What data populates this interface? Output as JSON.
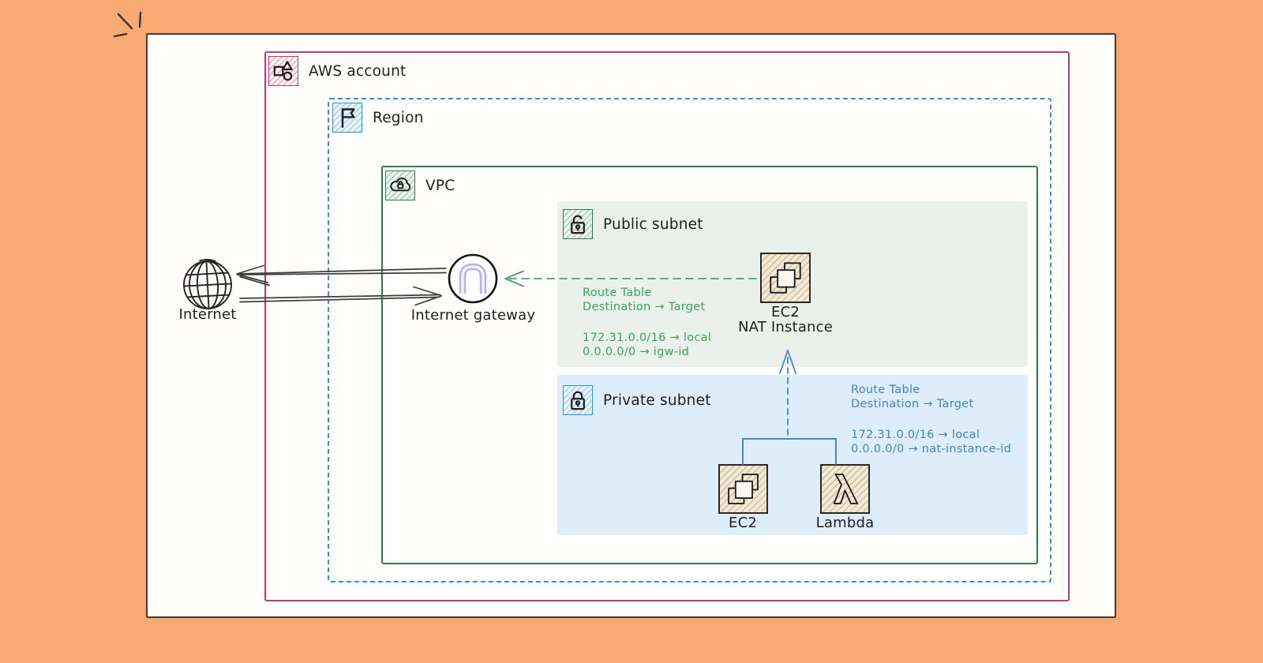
{
  "colors": {
    "bg": "#f6a971",
    "canvas_fill": "#fffefd",
    "ink": "#1f1f1f",
    "account_pink": "#c13c6e",
    "region_blue": "#2d94d1",
    "vpc_green": "#2e7d4e",
    "public_subnet_fill": "#e9f1ea",
    "private_subnet_fill": "#ddedf9",
    "route_green": "#3ea15f",
    "route_blue": "#4583b8",
    "connector_blue": "#4a86c9",
    "arrow_green": "#4ba06b",
    "gateway_lavender": "#b6b2e4",
    "compute_tan": "#f2e9d7"
  },
  "groups": {
    "aws_account": {
      "label": "AWS account"
    },
    "region": {
      "label": "Region"
    },
    "vpc": {
      "label": "VPC"
    },
    "public_subnet": {
      "label": "Public subnet"
    },
    "private_subnet": {
      "label": "Private subnet"
    }
  },
  "nodes": {
    "internet": {
      "label": "Internet"
    },
    "internet_gateway": {
      "label": "Internet gateway"
    },
    "nat_instance": {
      "label_top": "EC2",
      "label_bottom": "NAT Instance"
    },
    "ec2": {
      "label": "EC2"
    },
    "lambda": {
      "label": "Lambda"
    }
  },
  "route_tables": {
    "public": {
      "title": "Route Table",
      "header": "Destination → Target",
      "rows": [
        "172.31.0.0/16 → local",
        "0.0.0.0/0 → igw-id"
      ]
    },
    "private": {
      "title": "Route Table",
      "header": "Destination → Target",
      "rows": [
        "172.31.0.0/16 → local",
        "0.0.0.0/0 → nat-instance-id"
      ]
    }
  },
  "icons": {
    "aws_account": "organization-shapes",
    "region": "flag",
    "vpc": "cloud-with-lock",
    "public_subnet": "padlock",
    "private_subnet": "padlock",
    "internet": "globe",
    "internet_gateway": "arch-in-circle",
    "nat_instance": "stacked-squares",
    "ec2": "stacked-squares",
    "lambda": "lambda-symbol"
  },
  "connections": [
    {
      "from": "internet_gateway",
      "to": "internet",
      "style": "solid-double-stroke"
    },
    {
      "from": "internet",
      "to": "internet_gateway",
      "style": "solid-double-stroke"
    },
    {
      "from": "nat_instance",
      "to": "internet_gateway",
      "style": "dashed-green"
    },
    {
      "from": "private_instances",
      "to": "nat_instance",
      "style": "dashed-blue"
    },
    {
      "from": "ec2_and_lambda",
      "to": "junction",
      "style": "solid-blue"
    }
  ]
}
